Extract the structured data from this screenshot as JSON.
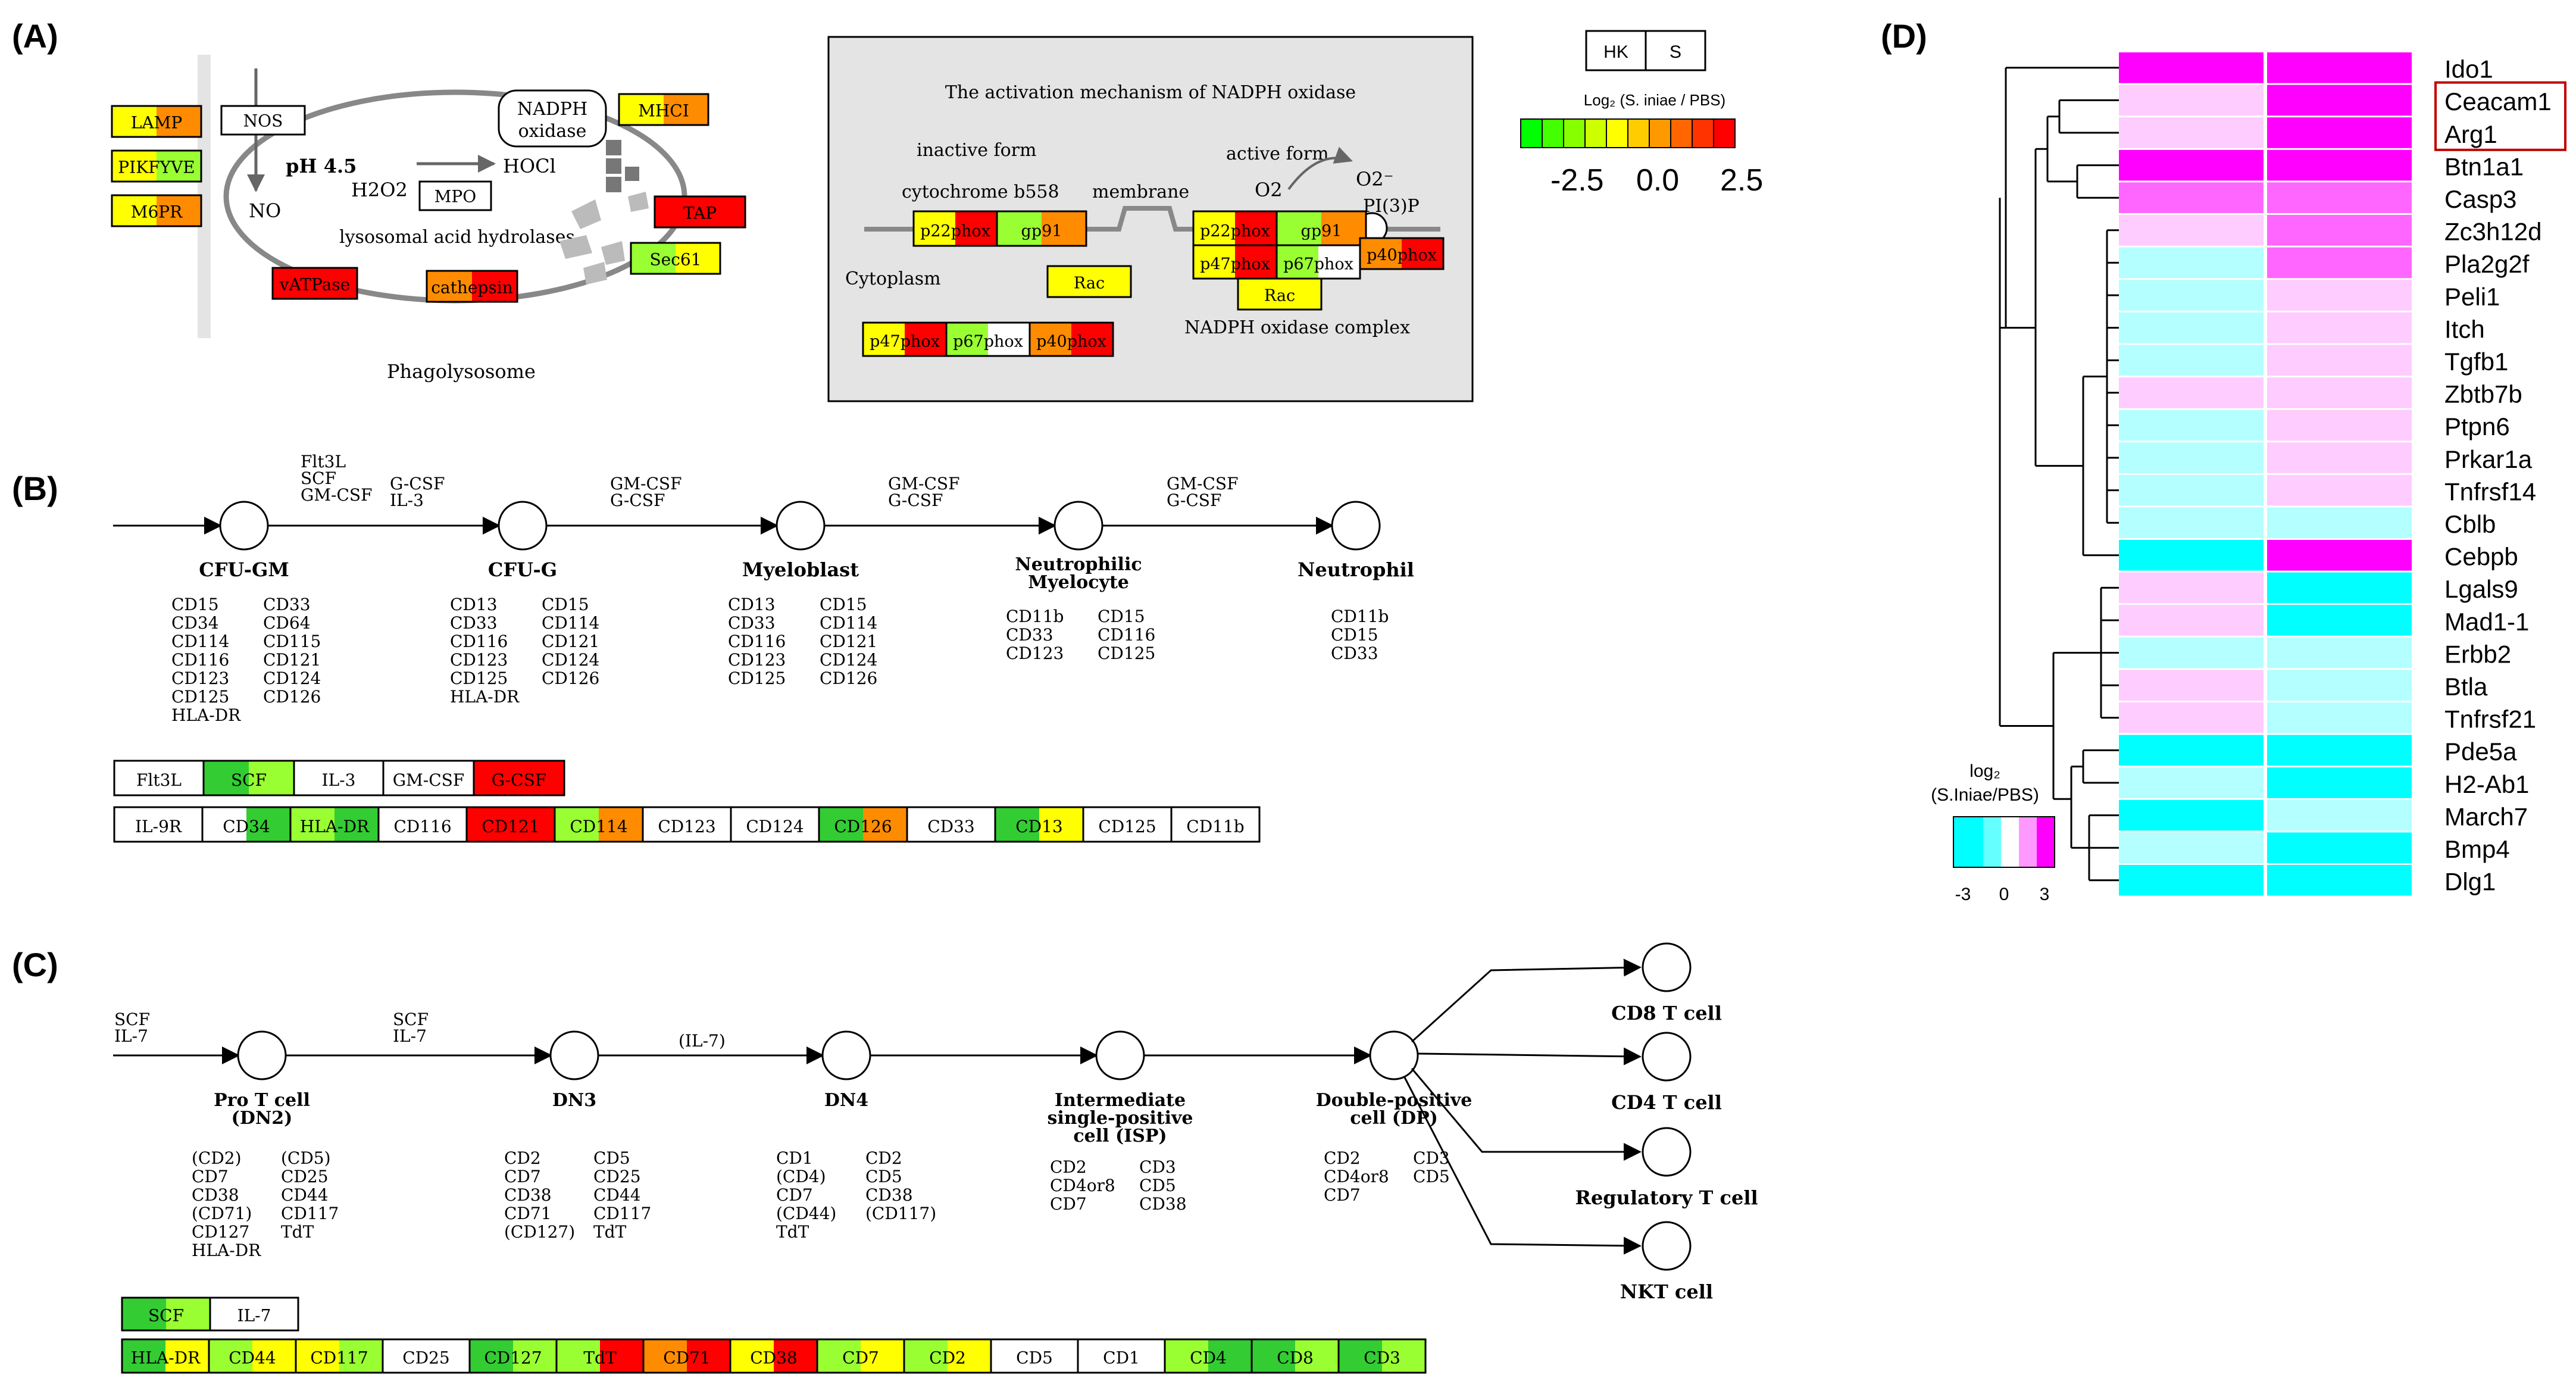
{
  "panels": {
    "a": "(A)",
    "b": "(B)",
    "c": "(C)",
    "d": "(D)"
  },
  "colors": {
    "red": "#ff0000",
    "orange": "#ff8c00",
    "yellow": "#ffff00",
    "green": "#33cc33",
    "lime": "#99ff33",
    "white": "#ffffff",
    "cyan": "#00ffff",
    "lightcyan": "#b0ffff",
    "pink": "#ffc8ff",
    "magenta": "#ff00ff",
    "frame": "#c00000"
  },
  "panel_a": {
    "phagolysosome": {
      "caption": "Phagolysosome",
      "ph": "pH 4.5",
      "h2o2": "H2O2",
      "hocl": "HOCl",
      "no": "NO",
      "nadph_oxidase": [
        "NADPH",
        "oxidase"
      ],
      "hydrolases": "lysosomal acid hydrolases",
      "boxes": [
        {
          "label": "LAMP",
          "fill": [
            "yellow",
            "orange"
          ]
        },
        {
          "label": "PIKFYVE",
          "fill": [
            "yellow",
            "lime"
          ]
        },
        {
          "label": "M6PR",
          "fill": [
            "yellow",
            "orange"
          ]
        },
        {
          "label": "NOS",
          "fill": [
            "white"
          ]
        },
        {
          "label": "MPO",
          "fill": [
            "white"
          ]
        },
        {
          "label": "MHCI",
          "fill": [
            "yellow",
            "orange"
          ]
        },
        {
          "label": "TAP",
          "fill": [
            "red"
          ]
        },
        {
          "label": "Sec61",
          "fill": [
            "lime",
            "yellow"
          ]
        },
        {
          "label": "vATPase",
          "fill": [
            "red"
          ]
        },
        {
          "label": "cathepsin",
          "fill": [
            "orange",
            "red"
          ]
        }
      ]
    },
    "legend": {
      "hk": "HK",
      "s": "S",
      "title": "Log₂ (S. iniae / PBS)",
      "ticks": [
        "-2.5",
        "0.0",
        "2.5"
      ],
      "swatches": [
        "#00ff00",
        "#44ff00",
        "#88ff00",
        "#ccff00",
        "#ffff00",
        "#ffcc00",
        "#ff9900",
        "#ff6600",
        "#ff3300",
        "#ff0000"
      ]
    },
    "nadph": {
      "title": "The activation mechanism of NADPH oxidase",
      "inactive": "inactive form",
      "cytochrome": "cytochrome b558",
      "membrane": "membrane",
      "active": "active form",
      "o2": "O2",
      "o2minus": "O2⁻",
      "pi3p": "PI(3)P",
      "cytoplasm": "Cytoplasm",
      "complex": "NADPH oxidase complex",
      "boxes": [
        {
          "label": "p22phox",
          "fill": [
            "yellow",
            "red"
          ]
        },
        {
          "label": "gp91",
          "fill": [
            "lime",
            "orange"
          ]
        },
        {
          "label": "Rac",
          "fill": [
            "yellow"
          ]
        },
        {
          "label": "p47phox",
          "fill": [
            "yellow",
            "red"
          ]
        },
        {
          "label": "p67phox",
          "fill": [
            "lime",
            "white"
          ]
        },
        {
          "label": "p40phox",
          "fill": [
            "orange",
            "red"
          ]
        },
        {
          "label": "p22phox",
          "fill": [
            "yellow",
            "red"
          ]
        },
        {
          "label": "gp91",
          "fill": [
            "lime",
            "orange"
          ]
        },
        {
          "label": "p47phox",
          "fill": [
            "yellow",
            "red"
          ]
        },
        {
          "label": "p67phox",
          "fill": [
            "lime",
            "white"
          ]
        },
        {
          "label": "p40phox",
          "fill": [
            "orange",
            "red"
          ]
        },
        {
          "label": "Rac",
          "fill": [
            "yellow"
          ]
        }
      ]
    }
  },
  "panel_b": {
    "nodes": [
      {
        "name": "CFU-GM",
        "markers": [
          [
            "CD15",
            "CD34",
            "CD114",
            "CD116",
            "CD123",
            "CD125",
            "HLA-DR"
          ],
          [
            "CD33",
            "CD64",
            "CD115",
            "CD121",
            "CD124",
            "CD126"
          ]
        ]
      },
      {
        "name": "CFU-G",
        "markers": [
          [
            "CD13",
            "CD33",
            "CD116",
            "CD123",
            "CD125",
            "HLA-DR"
          ],
          [
            "CD15",
            "CD114",
            "CD121",
            "CD124",
            "CD126"
          ]
        ]
      },
      {
        "name": "Myeloblast",
        "markers": [
          [
            "CD13",
            "CD33",
            "CD116",
            "CD123",
            "CD125"
          ],
          [
            "CD15",
            "CD114",
            "CD121",
            "CD124",
            "CD126"
          ]
        ]
      },
      {
        "name": "Neutrophilic Myelocyte",
        "markers": [
          [
            "CD11b",
            "CD33",
            "CD123"
          ],
          [
            "CD15",
            "CD116",
            "CD125"
          ]
        ]
      },
      {
        "name": "Neutrophil",
        "markers": [
          [
            "CD11b",
            "CD15",
            "CD33"
          ]
        ]
      }
    ],
    "cytokines": [
      [
        "Flt3L",
        "SCF",
        "GM-CSF"
      ],
      [
        "G-CSF",
        "IL-3"
      ],
      [
        "GM-CSF",
        "G-CSF"
      ],
      [
        "GM-CSF",
        "G-CSF"
      ],
      [
        "GM-CSF",
        "G-CSF"
      ]
    ],
    "row1": [
      {
        "label": "Flt3L",
        "fill": [
          "white"
        ]
      },
      {
        "label": "SCF",
        "fill": [
          "green",
          "lime"
        ]
      },
      {
        "label": "IL-3",
        "fill": [
          "white"
        ]
      },
      {
        "label": "GM-CSF",
        "fill": [
          "white"
        ]
      },
      {
        "label": "G-CSF",
        "fill": [
          "red"
        ]
      }
    ],
    "row2": [
      {
        "label": "IL-9R",
        "fill": [
          "white"
        ]
      },
      {
        "label": "CD34",
        "fill": [
          "white",
          "green"
        ]
      },
      {
        "label": "HLA-DR",
        "fill": [
          "lime",
          "green"
        ]
      },
      {
        "label": "CD116",
        "fill": [
          "white"
        ]
      },
      {
        "label": "CD121",
        "fill": [
          "red"
        ]
      },
      {
        "label": "CD114",
        "fill": [
          "lime",
          "orange"
        ]
      },
      {
        "label": "CD123",
        "fill": [
          "white"
        ]
      },
      {
        "label": "CD124",
        "fill": [
          "white"
        ]
      },
      {
        "label": "CD126",
        "fill": [
          "green",
          "orange"
        ]
      },
      {
        "label": "CD33",
        "fill": [
          "white"
        ]
      },
      {
        "label": "CD13",
        "fill": [
          "green",
          "yellow"
        ]
      },
      {
        "label": "CD125",
        "fill": [
          "white"
        ]
      },
      {
        "label": "CD11b",
        "fill": [
          "white"
        ]
      }
    ]
  },
  "panel_c": {
    "nodes": [
      {
        "name": "Pro T cell (DN2)",
        "markers": [
          [
            "(CD2)",
            "CD7",
            "CD38",
            "(CD71)",
            "CD127",
            "HLA-DR"
          ],
          [
            "(CD5)",
            "CD25",
            "CD44",
            "CD117",
            "TdT"
          ]
        ]
      },
      {
        "name": "DN3",
        "markers": [
          [
            "CD2",
            "CD7",
            "CD38",
            "CD71",
            "(CD127)"
          ],
          [
            "CD5",
            "CD25",
            "CD44",
            "CD117",
            "TdT"
          ]
        ]
      },
      {
        "name": "DN4",
        "markers": [
          [
            "CD1",
            "(CD4)",
            "CD7",
            "(CD44)",
            "TdT"
          ],
          [
            "CD2",
            "CD5",
            "CD38",
            "(CD117)"
          ]
        ]
      },
      {
        "name": "Intermediate single-positive cell (ISP)",
        "markers": [
          [
            "CD2",
            "CD4or8",
            "CD7"
          ],
          [
            "CD3",
            "CD5",
            "CD38"
          ]
        ]
      },
      {
        "name": "Double-positive cell (DP)",
        "markers": [
          [
            "CD2",
            "CD4or8",
            "CD7"
          ],
          [
            "CD3",
            "CD5"
          ]
        ]
      }
    ],
    "terminals": [
      "CD8 T cell",
      "CD4 T cell",
      "Regulatory T cell",
      "NKT cell"
    ],
    "cytokines": [
      [
        "SCF",
        "IL-7"
      ],
      [
        "SCF",
        "IL-7"
      ],
      [
        "(IL-7)"
      ]
    ],
    "row1": [
      {
        "label": "SCF",
        "fill": [
          "green",
          "lime"
        ]
      },
      {
        "label": "IL-7",
        "fill": [
          "white"
        ]
      }
    ],
    "row2": [
      {
        "label": "HLA-DR",
        "fill": [
          "green",
          "yellow"
        ]
      },
      {
        "label": "CD44",
        "fill": [
          "lime",
          "yellow"
        ]
      },
      {
        "label": "CD117",
        "fill": [
          "yellow",
          "lime"
        ]
      },
      {
        "label": "CD25",
        "fill": [
          "white"
        ]
      },
      {
        "label": "CD127",
        "fill": [
          "green",
          "lime"
        ]
      },
      {
        "label": "TdT",
        "fill": [
          "lime",
          "red"
        ]
      },
      {
        "label": "CD71",
        "fill": [
          "orange",
          "red"
        ]
      },
      {
        "label": "CD38",
        "fill": [
          "yellow",
          "red"
        ]
      },
      {
        "label": "CD7",
        "fill": [
          "lime",
          "yellow"
        ]
      },
      {
        "label": "CD2",
        "fill": [
          "lime",
          "yellow"
        ]
      },
      {
        "label": "CD5",
        "fill": [
          "white"
        ]
      },
      {
        "label": "CD1",
        "fill": [
          "white"
        ]
      },
      {
        "label": "CD4",
        "fill": [
          "lime",
          "green"
        ]
      },
      {
        "label": "CD8",
        "fill": [
          "green",
          "lime"
        ]
      },
      {
        "label": "CD3",
        "fill": [
          "green",
          "lime"
        ]
      }
    ]
  },
  "panel_d": {
    "legend": {
      "title": "log₂",
      "subtitle": "(S.Iniae/PBS)",
      "ticks": [
        "-3",
        "0",
        "3"
      ]
    },
    "highlighted": [
      "Ceacam1",
      "Arg1"
    ],
    "genes": [
      {
        "name": "Ido1",
        "hk": "magenta",
        "s": "magenta"
      },
      {
        "name": "Ceacam1",
        "hk": "pink",
        "s": "magenta"
      },
      {
        "name": "Arg1",
        "hk": "pink",
        "s": "magenta"
      },
      {
        "name": "Btn1a1",
        "hk": "magenta",
        "s": "magenta"
      },
      {
        "name": "Casp3",
        "hk": "violet",
        "s": "violet"
      },
      {
        "name": "Zc3h12d",
        "hk": "pink",
        "s": "violet"
      },
      {
        "name": "Pla2g2f",
        "hk": "lightcyan",
        "s": "violet"
      },
      {
        "name": "Peli1",
        "hk": "lightcyan",
        "s": "pink"
      },
      {
        "name": "Itch",
        "hk": "lightcyan",
        "s": "pink"
      },
      {
        "name": "Tgfb1",
        "hk": "lightcyan",
        "s": "pink"
      },
      {
        "name": "Zbtb7b",
        "hk": "pink",
        "s": "pink"
      },
      {
        "name": "Ptpn6",
        "hk": "lightcyan",
        "s": "pink"
      },
      {
        "name": "Prkar1a",
        "hk": "lightcyan",
        "s": "pink"
      },
      {
        "name": "Tnfrsf14",
        "hk": "lightcyan",
        "s": "pink"
      },
      {
        "name": "Cblb",
        "hk": "lightcyan",
        "s": "lightcyan"
      },
      {
        "name": "Cebpb",
        "hk": "cyan",
        "s": "magenta"
      },
      {
        "name": "Lgals9",
        "hk": "pink",
        "s": "cyan"
      },
      {
        "name": "Mad1-1",
        "hk": "pink",
        "s": "cyan"
      },
      {
        "name": "Erbb2",
        "hk": "lightcyan",
        "s": "lightcyan"
      },
      {
        "name": "Btla",
        "hk": "pink",
        "s": "lightcyan"
      },
      {
        "name": "Tnfrsf21",
        "hk": "pink",
        "s": "lightcyan"
      },
      {
        "name": "Pde5a",
        "hk": "cyan",
        "s": "cyan"
      },
      {
        "name": "H2-Ab1",
        "hk": "lightcyan",
        "s": "cyan"
      },
      {
        "name": "March7",
        "hk": "cyan",
        "s": "lightcyan"
      },
      {
        "name": "Bmp4",
        "hk": "lightcyan",
        "s": "cyan"
      },
      {
        "name": "Dlg1",
        "hk": "cyan",
        "s": "cyan"
      }
    ]
  }
}
